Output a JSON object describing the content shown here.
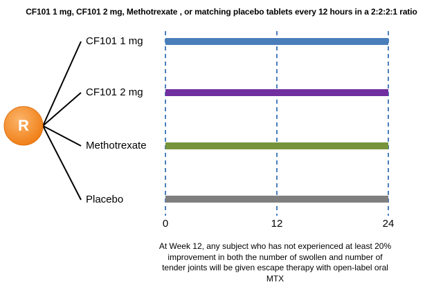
{
  "title": "CF101 1 mg, CF101 2 mg, Methotrexate , or matching placebo tablets every 12 hours in a 2:2:2:1 ratio",
  "randomization": {
    "label": "R",
    "color": "#f58a1f"
  },
  "arms": [
    {
      "label": "CF101 1 mg",
      "color": "#4a7ebb"
    },
    {
      "label": "CF101 2 mg",
      "color": "#7030a0"
    },
    {
      "label": "Methotrexate",
      "color": "#77933c"
    },
    {
      "label": "Placebo",
      "color": "#7f7f7f"
    }
  ],
  "timeline": {
    "ticks": [
      "0",
      "12",
      "24"
    ],
    "marker_color": "#4a7ebb"
  },
  "note": "At Week 12, any subject who has not experienced at least 20% improvement in both the number of swollen and number of tender joints will be given escape therapy with open-label oral MTX"
}
